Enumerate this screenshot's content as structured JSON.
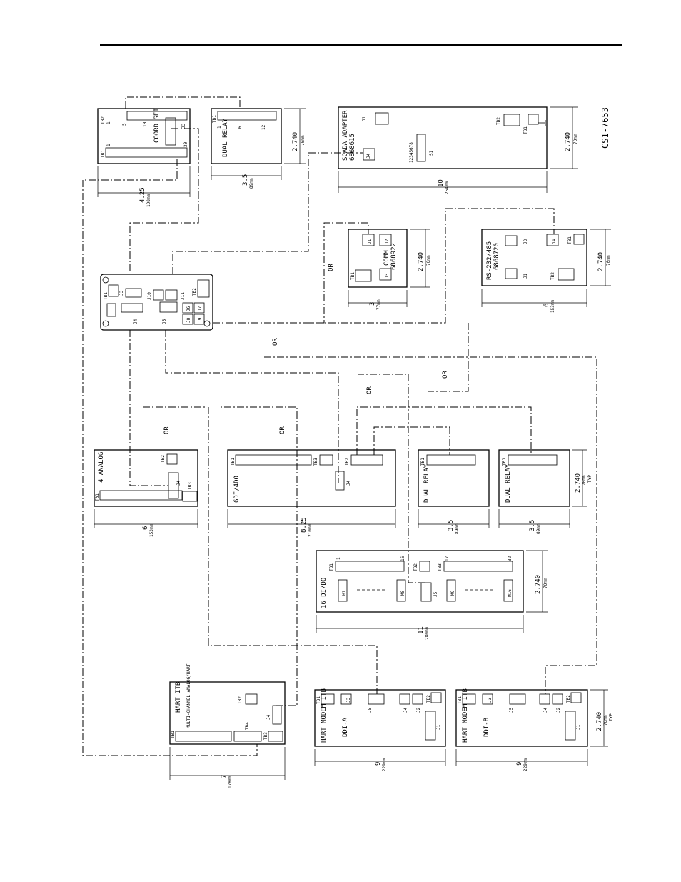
{
  "drawing_number": "CS1-7653",
  "or_label": "OR",
  "boards": {
    "coord_set": {
      "title": "COORD SET",
      "tb2": "TB2",
      "tb1": "TB1",
      "j3": "J3",
      "n1": "1",
      "n5": "5",
      "n10": "10",
      "n20": "20",
      "dim_in": "4.25",
      "dim_mm": "108mm"
    },
    "dual_relay_top": {
      "title": "DUAL RELAY",
      "tb1": "TB1",
      "n1": "1",
      "n6": "6",
      "n12": "12",
      "dim_in": "3.5",
      "dim_mm": "89mm",
      "h_in": "2.740",
      "h_mm": "70mm"
    },
    "scada_adapter": {
      "title": "SCADA ADAPTER",
      "part": "6868615",
      "j1": "J1",
      "j4": "J4",
      "s1": "S1",
      "switches": "12345678",
      "tb2": "TB2",
      "tb1": "TB1",
      "dim_in": "10",
      "dim_mm": "254mm",
      "h_in": "2.740",
      "h_mm": "70mm"
    },
    "comm": {
      "title": "COMM",
      "part": "6868922",
      "j1": "J1",
      "j2": "J2",
      "j3": "J3",
      "tb1": "TB1",
      "dim_in": "3",
      "dim_mm": "77mm",
      "h_in": "2.740",
      "h_mm": "70mm"
    },
    "rs232": {
      "title": "RS-232/485",
      "part": "6868720",
      "j3": "J3",
      "j4": "J4",
      "j1": "J1",
      "tb1": "TB1",
      "tb2": "TB2",
      "dim_in": "6",
      "dim_mm": "153mm",
      "h_in": "2.740",
      "h_mm": "70mm"
    },
    "cpu": {
      "tb1": "TB1",
      "tb2": "TB2",
      "j3": "J3",
      "j4": "J4",
      "j5": "J5",
      "j10": "J10",
      "j11": "J11",
      "j6": "J6",
      "j7": "J7",
      "j8": "J8",
      "j9": "J9"
    },
    "analog": {
      "title": "4 ANALOG",
      "tb1": "TB1",
      "tb2": "TB2",
      "tb3": "TB3",
      "j4": "J4",
      "dim_in": "6",
      "dim_mm": "153mm"
    },
    "dio": {
      "title": "6DI/4DO",
      "tb1": "TB1",
      "tb2": "TB2",
      "tb3": "TB3",
      "j4": "J4",
      "dim_in": "8.25",
      "dim_mm": "210mm"
    },
    "dual_relay_a": {
      "title": "DUAL RELAY",
      "tb1": "TB1",
      "dim_in": "3.5",
      "dim_mm": "89mm"
    },
    "dual_relay_b": {
      "title": "DUAL RELAY",
      "tb1": "TB1",
      "dim_in": "3.5",
      "dim_mm": "89mm",
      "h_in": "2.740",
      "h_mm": "70mm",
      "typ": "TYP"
    },
    "di16": {
      "title": "16 DI/DO",
      "tb1": "TB1",
      "tb2": "TB2",
      "tb3": "TB3",
      "j5": "J5",
      "m1": "M1",
      "m8": "M8",
      "m9": "M9",
      "m16": "M16",
      "n1": "1",
      "n16": "16",
      "n17": "17",
      "n32": "32",
      "dim_in": "11",
      "dim_mm": "280mm",
      "h_in": "2.740",
      "h_mm": "70mm"
    },
    "hart_itb": {
      "title": "HART ITB",
      "sub": "MULTI-CHANNEL ANALOG/HART",
      "tb1": "TB1",
      "tb2": "TB2",
      "tb3": "TB3",
      "tb4": "TB4",
      "j4": "J4",
      "dim_in": "7",
      "dim_mm": "178mm"
    },
    "hart_a": {
      "title": "HART MODEM ITB",
      "sub": "DDI-A",
      "tb1": "TB1",
      "tb2": "TB2",
      "j1": "J1",
      "j2": "J2",
      "j3": "J3",
      "j4": "J4",
      "j5": "J5",
      "dim_in": "9",
      "dim_mm": "229mm"
    },
    "hart_b": {
      "title": "HART MODEM ITB",
      "sub": "DDI-B",
      "tb1": "TB1",
      "tb2": "TB2",
      "j1": "J1",
      "j2": "J2",
      "j3": "J3",
      "j4": "J4",
      "j5": "J5",
      "dim_in": "9",
      "dim_mm": "229mm",
      "h_in": "2.740",
      "h_mm": "70mm",
      "typ": "TYP"
    }
  }
}
